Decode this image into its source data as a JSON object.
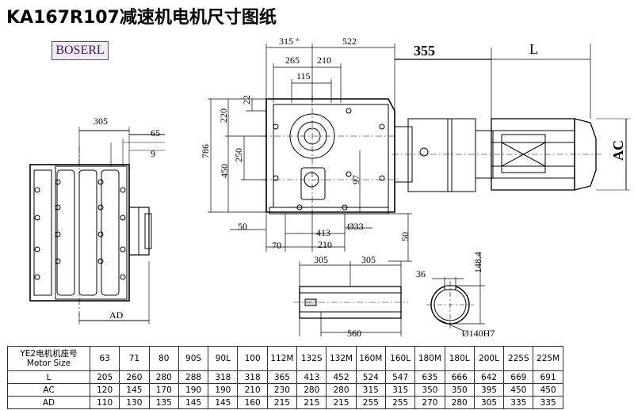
{
  "title": "KA167R107减速机电机尺寸图纸",
  "brand": "BOSERL",
  "dims": {
    "d305_left": "305",
    "d65": "65",
    "d9": "9",
    "dAD": "AD",
    "d315": "315",
    "d315sup": "±",
    "d522": "522",
    "d355": "355",
    "dL": "L",
    "d265": "265",
    "d210_top": "210",
    "d115": "115",
    "d22": "22",
    "d220": "220",
    "d786": "786",
    "d450": "450",
    "d250": "250",
    "d97": "97",
    "dAC": "AC",
    "d50_left": "50",
    "d70": "70",
    "d413": "413",
    "d33": "Ø33",
    "d210_bottom": "210",
    "d50_right": "50",
    "d305_a": "305",
    "d305_b": "305",
    "d36": "36",
    "d148": "148.4",
    "d560": "560",
    "d140": "Ø140H7"
  },
  "table": {
    "header_label_line1": "YE2电机机座号",
    "header_label_line2": "Motor Size",
    "sizes": [
      "63",
      "71",
      "80",
      "90S",
      "90L",
      "100",
      "112M",
      "132S",
      "132M",
      "160M",
      "160L",
      "180M",
      "180L",
      "200L",
      "225S",
      "225M"
    ],
    "rows": [
      {
        "label": "L",
        "values": [
          "205",
          "260",
          "280",
          "288",
          "318",
          "318",
          "365",
          "413",
          "452",
          "524",
          "547",
          "635",
          "666",
          "642",
          "669",
          "691"
        ]
      },
      {
        "label": "AC",
        "values": [
          "120",
          "145",
          "170",
          "190",
          "190",
          "210",
          "230",
          "280",
          "280",
          "315",
          "315",
          "350",
          "350",
          "395",
          "450",
          "450"
        ]
      },
      {
        "label": "AD",
        "values": [
          "110",
          "130",
          "135",
          "145",
          "145",
          "160",
          "215",
          "215",
          "215",
          "255",
          "255",
          "270",
          "280",
          "305",
          "335",
          "335"
        ]
      }
    ]
  }
}
